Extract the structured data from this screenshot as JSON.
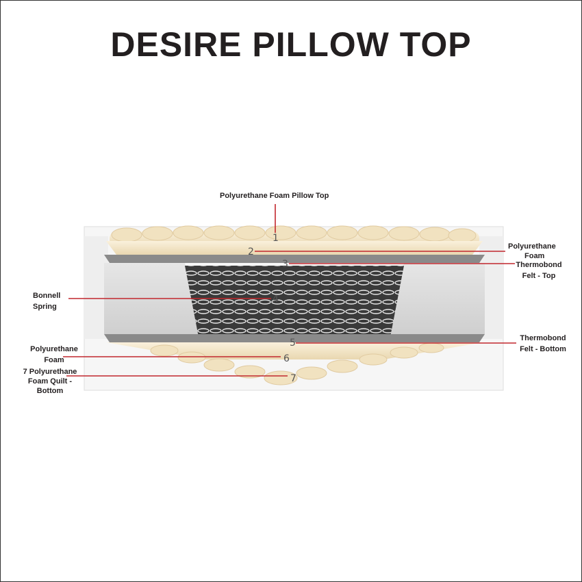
{
  "title": "DESIRE PILLOW TOP",
  "colors": {
    "leader_line": "#c1272d",
    "foam": "#f3e6c8",
    "felt": "#8a8a8a",
    "side": "#dcdcdc"
  },
  "layers": [
    {
      "number": "1",
      "label": "Polyurethane Foam Pillow Top"
    },
    {
      "number": "2",
      "label_line1": "Polyurethane",
      "label_line2": "Foam"
    },
    {
      "number": "3",
      "label_line1": "Thermobond",
      "label_line2": "Felt - Top"
    },
    {
      "number": "4",
      "label_line1": "Bonnell",
      "label_line2": "Spring"
    },
    {
      "number": "5",
      "label_line1": "Thermobond",
      "label_line2": "Felt - Bottom"
    },
    {
      "number": "6",
      "label_line1": "Polyurethane",
      "label_line2": "Foam"
    },
    {
      "number": "7",
      "label_line1": "7  Polyurethane",
      "label_line2": "Foam Quilt - Bottom"
    }
  ]
}
